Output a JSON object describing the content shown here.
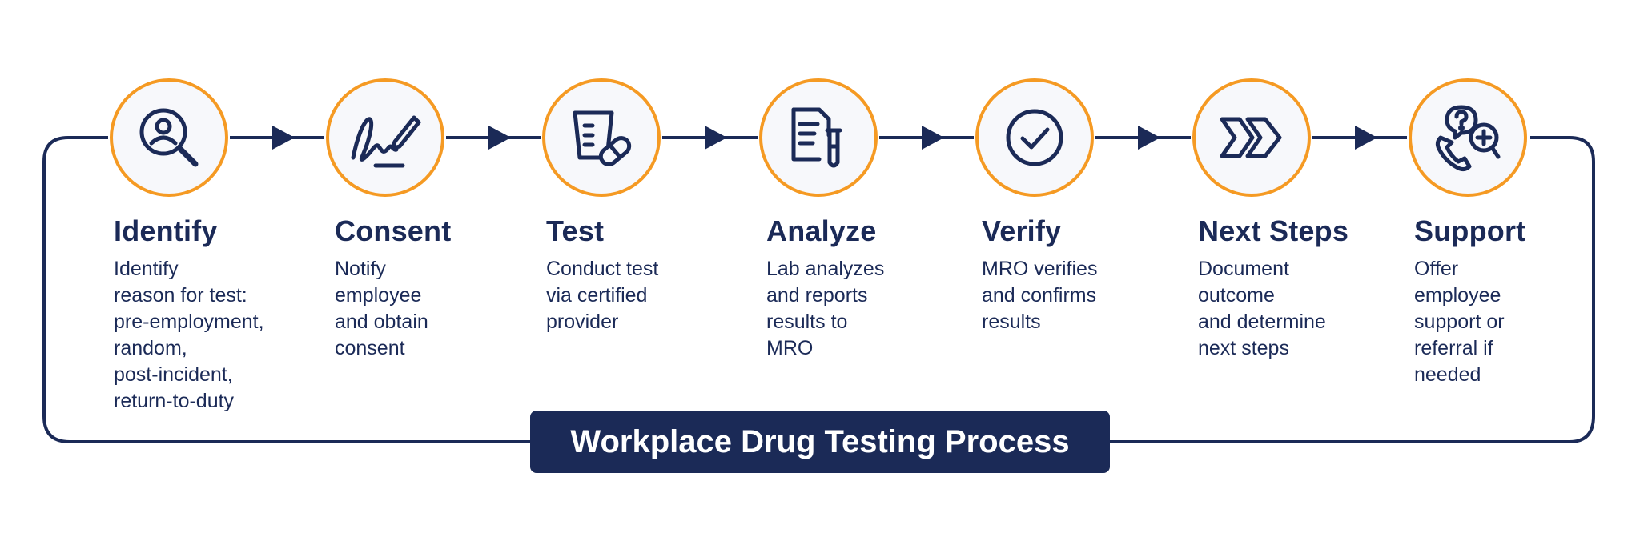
{
  "title": "Workplace Drug Testing Process",
  "colors": {
    "navy": "#1b2a57",
    "orange": "#f59a23",
    "circle_fill": "#f7f8fb"
  },
  "steps": [
    {
      "icon": "person-search-icon",
      "title": "Identify",
      "description": "Identify\nreason for test:\npre-employment,\nrandom,\npost-incident,\nreturn-to-duty"
    },
    {
      "icon": "signature-icon",
      "title": "Consent",
      "description": "Notify\nemployee\nand obtain\nconsent"
    },
    {
      "icon": "cup-pill-icon",
      "title": "Test",
      "description": "Conduct test\nvia certified\nprovider"
    },
    {
      "icon": "lab-report-icon",
      "title": "Analyze",
      "description": "Lab analyzes\nand reports\nresults to\nMRO"
    },
    {
      "icon": "check-circle-icon",
      "title": "Verify",
      "description": "MRO verifies\nand confirms\nresults"
    },
    {
      "icon": "double-chevron-icon",
      "title": "Next Steps",
      "description": "Document\noutcome\nand determine\nnext steps"
    },
    {
      "icon": "support-chat-icon",
      "title": "Support",
      "description": "Offer\nemployee\nsupport or\nreferral if\nneeded"
    }
  ]
}
